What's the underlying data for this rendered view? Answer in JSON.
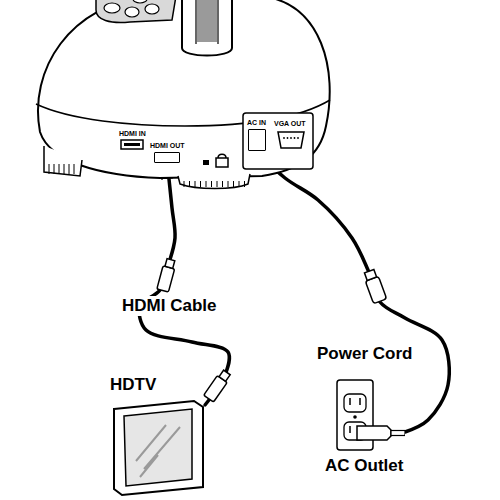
{
  "diagram": {
    "nodes": [
      {
        "text": [
          "HDMI OUT"
        ]
      },
      {
        "text": [
          "AC IN"
        ]
      },
      {
        "text": [
          "HDTV"
        ]
      },
      {
        "text": [
          "AC Outlet"
        ]
      }
    ],
    "edges": [
      {
        "from": 2,
        "to": 0,
        "label": "HDMI Cable",
        "arrow": "to"
      },
      {
        "from": 3,
        "to": 1,
        "label": "Power Cord",
        "arrow": "to"
      }
    ],
    "labels": [
      "HDMI IN",
      "VGA OUT"
    ]
  }
}
